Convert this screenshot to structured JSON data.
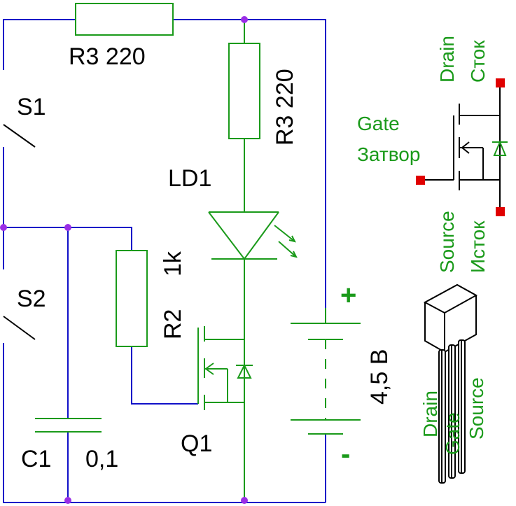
{
  "labels": {
    "r3_top": "R3 220",
    "r3_right": "R3 220",
    "ld1": "LD1",
    "s1": "S1",
    "s2": "S2",
    "r2_name": "R2",
    "r2_value": "1k",
    "q1": "Q1",
    "c1_name": "C1",
    "c1_value": "0,1",
    "battery_value": "4,5 В",
    "plus": "+",
    "minus": "-"
  },
  "mosfet_legend": {
    "gate_en": "Gate",
    "gate_ru": "Затвор",
    "drain_en": "Drain",
    "drain_ru": "Сток",
    "source_en": "Source",
    "source_ru": "Исток"
  },
  "package_legend": {
    "drain": "Drain",
    "gate": "Gate",
    "source": "Source"
  },
  "colors": {
    "wire": "#1010c8",
    "component": "#1a9a1a",
    "junction": "#9a2ee6",
    "terminal": "#e00000"
  }
}
